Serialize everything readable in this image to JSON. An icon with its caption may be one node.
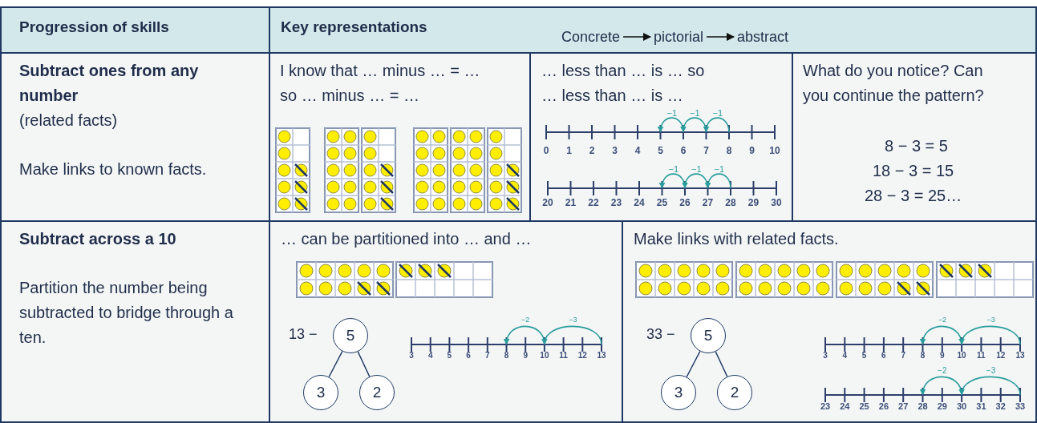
{
  "diagram": {
    "nodes": [
      {
        "text": [
          "Concrete"
        ]
      },
      {
        "text": [
          "pictorial"
        ]
      },
      {
        "text": [
          "abstract"
        ]
      },
      {
        "text": [
          "5"
        ]
      },
      {
        "text": [
          "3"
        ]
      },
      {
        "text": [
          "2"
        ]
      },
      {
        "text": [
          "5"
        ]
      },
      {
        "text": [
          "3"
        ]
      },
      {
        "text": [
          "2"
        ]
      }
    ],
    "edges": [
      {
        "from": 0,
        "to": 1,
        "arrow": "to"
      },
      {
        "from": 1,
        "to": 2,
        "arrow": "to"
      },
      {
        "from": 3,
        "to": 4,
        "arrow": "none"
      },
      {
        "from": 3,
        "to": 5,
        "arrow": "none"
      },
      {
        "from": 6,
        "to": 7,
        "arrow": "none"
      },
      {
        "from": 6,
        "to": 8,
        "arrow": "none"
      }
    ],
    "labels": [
      "Progression of skills",
      "Key representations",
      "Subtract ones from any number",
      "(related facts)",
      "Make links to known facts.",
      "I know that … minus … = … so … minus … = …",
      "… less than … is … so … less than … is …",
      "−1",
      "−1",
      "−1",
      "0",
      "1",
      "2",
      "3",
      "4",
      "5",
      "6",
      "7",
      "8",
      "9",
      "10",
      "−1",
      "−1",
      "−1",
      "20",
      "21",
      "22",
      "23",
      "24",
      "25",
      "26",
      "27",
      "28",
      "29",
      "30",
      "What do you notice? Can you continue the pattern?",
      "8 − 3 = 5",
      "18 − 3 = 15",
      "28 − 3 = 25…",
      "Subtract across a 10",
      "Partition the number being subtracted to bridge through a ten.",
      "… can be partitioned into … and …",
      "13 −",
      "−2",
      "−3",
      "3",
      "4",
      "5",
      "6",
      "7",
      "8",
      "9",
      "10",
      "11",
      "12",
      "13",
      "Make links with related facts.",
      "33 −",
      "−2",
      "−3",
      "3",
      "4",
      "5",
      "6",
      "7",
      "8",
      "9",
      "10",
      "11",
      "12",
      "13",
      "−2",
      "−3",
      "23",
      "24",
      "25",
      "26",
      "27",
      "28",
      "29",
      "30",
      "31",
      "32",
      "33"
    ]
  }
}
